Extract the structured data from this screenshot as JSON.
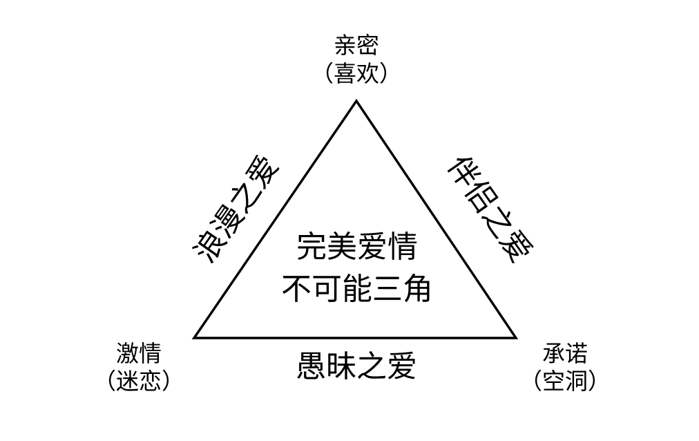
{
  "diagram": {
    "background": "#ffffff",
    "ink": "#000000",
    "center_title": {
      "line1": "完美爱情",
      "line2": "不可能三角"
    },
    "vertices": {
      "top": {
        "label": "亲密",
        "sublabel": "（喜欢）"
      },
      "bottom_left": {
        "label": "激情",
        "sublabel": "（迷恋）"
      },
      "bottom_right": {
        "label": "承诺",
        "sublabel": "（空洞）"
      }
    },
    "edges": {
      "left": {
        "label": "浪漫之爱"
      },
      "right": {
        "label": "伴侣之爱"
      },
      "bottom": {
        "label": "愚昧之爱"
      }
    }
  }
}
